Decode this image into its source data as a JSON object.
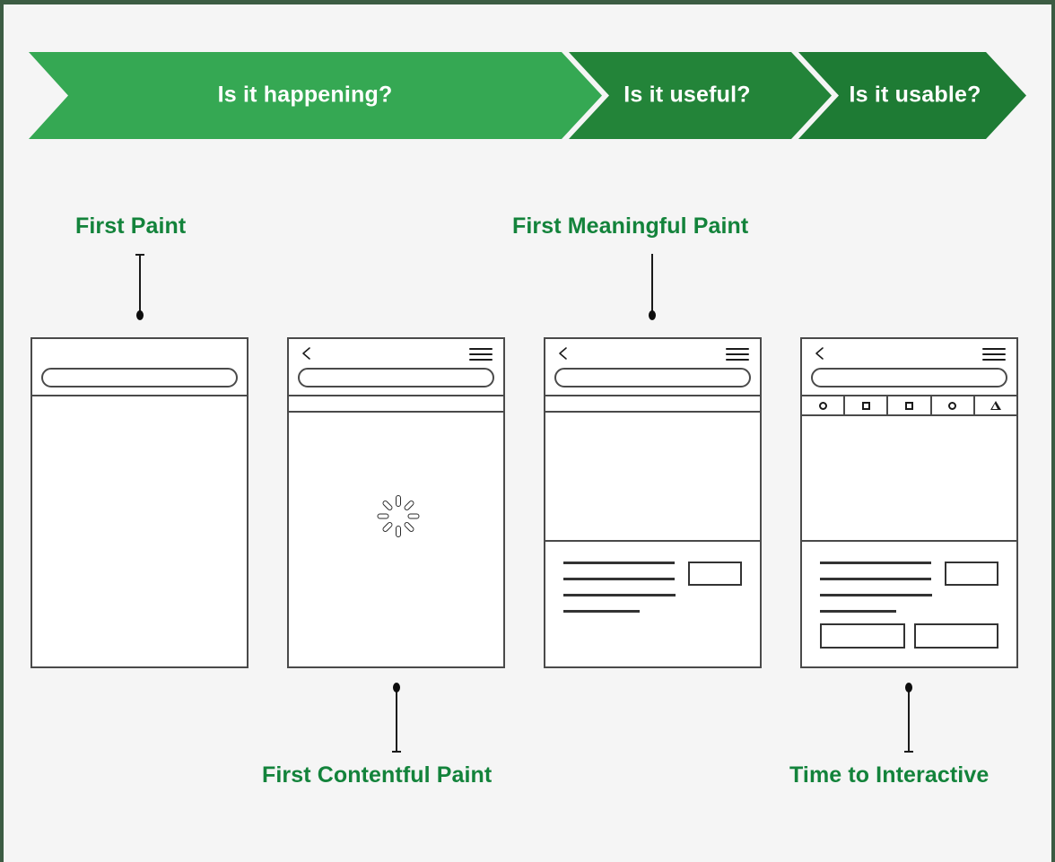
{
  "theme": {
    "page_background": "#f5f5f5",
    "page_border": "#3c5c43",
    "label_green": "#13833b",
    "phase_green_1": "#35a853",
    "phase_green_2": "#238439",
    "phase_green_3": "#1e7b34",
    "wireframe_stroke": "#4a4a4a"
  },
  "banner": {
    "phases": [
      {
        "label": "Is it happening?",
        "color": "#35a853"
      },
      {
        "label": "Is it useful?",
        "color": "#238439"
      },
      {
        "label": "Is it usable?",
        "color": "#1e7b34"
      }
    ]
  },
  "metrics": [
    {
      "label": "First Paint",
      "position": "top"
    },
    {
      "label": "First Meaningful Paint",
      "position": "top"
    },
    {
      "label": "First Contentful Paint",
      "position": "bottom"
    },
    {
      "label": "Time to Interactive",
      "position": "bottom"
    }
  ],
  "frames": [
    {
      "name": "first-paint-frame",
      "has_back_icon": false,
      "has_menu_icon": false,
      "has_url_pill": true,
      "has_subbar": false,
      "has_tabbar": false,
      "has_spinner": false,
      "has_content": false,
      "has_actions": false,
      "text_lines": [],
      "tabs": []
    },
    {
      "name": "first-contentful-paint-frame",
      "has_back_icon": true,
      "has_menu_icon": true,
      "has_url_pill": true,
      "has_subbar": true,
      "has_tabbar": false,
      "has_spinner": true,
      "has_content": false,
      "has_actions": false,
      "text_lines": [],
      "tabs": []
    },
    {
      "name": "first-meaningful-paint-frame",
      "has_back_icon": true,
      "has_menu_icon": true,
      "has_url_pill": true,
      "has_subbar": true,
      "has_tabbar": false,
      "has_spinner": false,
      "has_content": true,
      "has_actions": false,
      "text_lines": [
        "full",
        "full",
        "full",
        "short"
      ],
      "tabs": []
    },
    {
      "name": "time-to-interactive-frame",
      "has_back_icon": true,
      "has_menu_icon": true,
      "has_url_pill": true,
      "has_subbar": false,
      "has_tabbar": true,
      "has_spinner": false,
      "has_content": true,
      "has_actions": true,
      "text_lines": [
        "full",
        "full",
        "full",
        "short"
      ],
      "tabs": [
        "circle",
        "square",
        "square",
        "circle",
        "triangle"
      ]
    }
  ]
}
